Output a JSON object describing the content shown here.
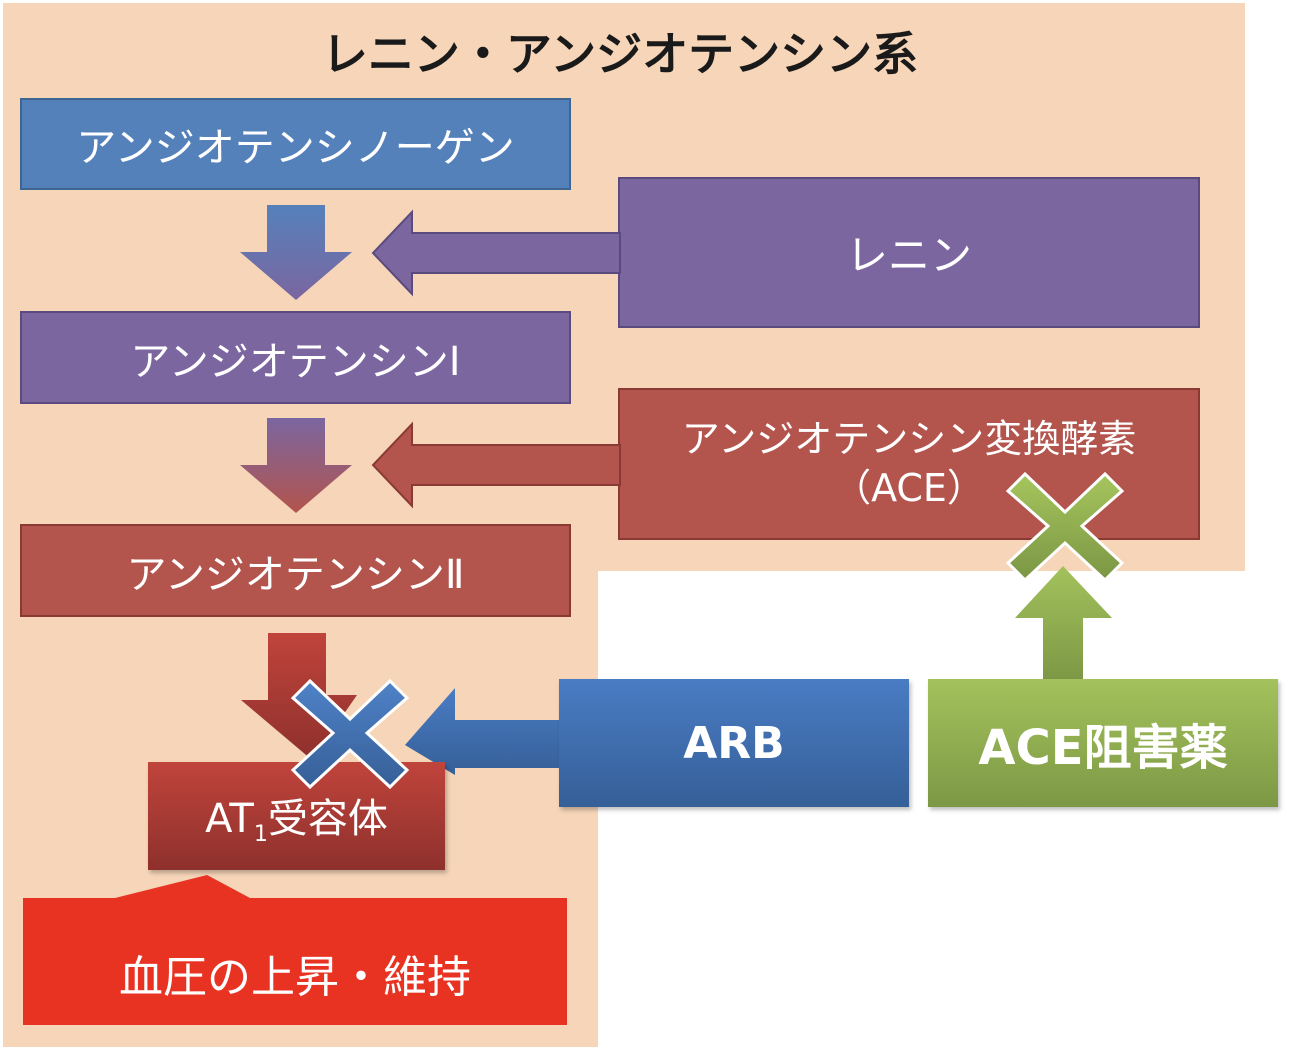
{
  "title": "レニン・アンジオテンシン系",
  "nodes": {
    "angiotensinogen": "アンジオテンシノーゲン",
    "renin": "レニン",
    "angiotensin1": "アンジオテンシンⅠ",
    "ace_line1": "アンジオテンシン変換酵素",
    "ace_line2": "（ACE）",
    "angiotensin2": "アンジオテンシンⅡ",
    "at1_prefix": "AT",
    "at1_sub": "1",
    "at1_suffix": "受容体",
    "bp": "血圧の上昇・維持",
    "arb": "ARB",
    "ace_inhibitor": "ACE阻害薬"
  },
  "colors": {
    "background": "#f6d5b8",
    "blue": "#5581bb",
    "purple": "#7b66a0",
    "red": "#b3544d",
    "bright_red": "#e83323",
    "green": "#98b955"
  }
}
